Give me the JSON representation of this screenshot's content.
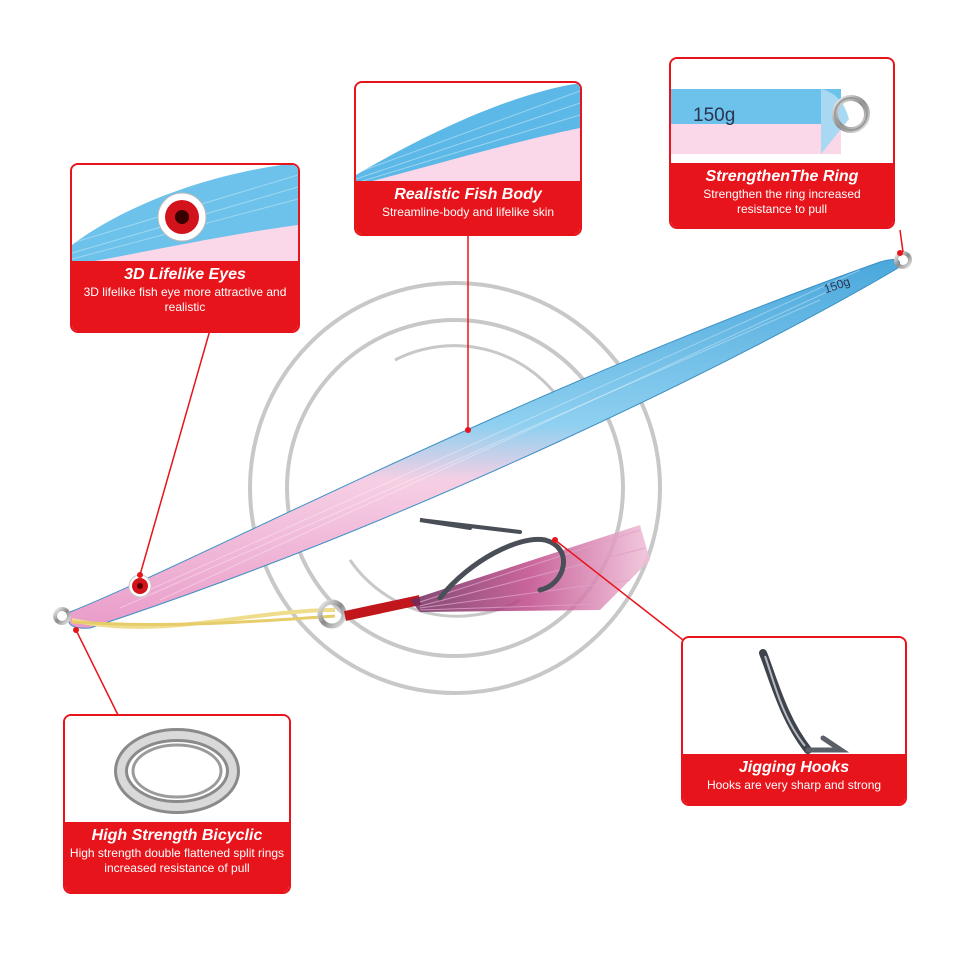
{
  "callouts": {
    "eyes": {
      "title": "3D Lifelike  Eyes",
      "desc": "3D lifelike fish eye more attractive and realistic"
    },
    "body": {
      "title": "Realistic Fish Body",
      "desc": "Streamline-body and lifelike skin"
    },
    "ring": {
      "title": "StrengthenThe Ring",
      "desc": "Strengthen the ring increased resistance to pull",
      "weight_label": "150g"
    },
    "split_ring": {
      "title": "High Strength Bicyclic",
      "desc": "High strength double flattened split rings increased resistance of pull"
    },
    "hooks": {
      "title": "Jigging Hooks",
      "desc": "Hooks are very sharp and strong"
    }
  },
  "lure": {
    "weight_label": "150g",
    "colors": {
      "accent": "#e8141b",
      "body_top": "#58b9e6",
      "body_bottom": "#f2b6d9",
      "eye": "#d3131b"
    }
  }
}
